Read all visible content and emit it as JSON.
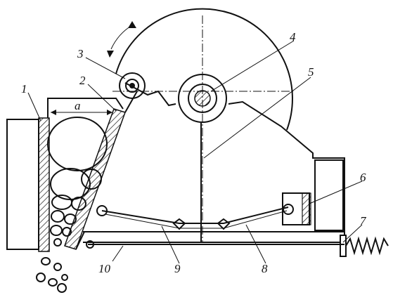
{
  "labels": {
    "l1": "1",
    "l2": "2",
    "l3": "3",
    "l4": "4",
    "l5": "5",
    "l6": "6",
    "l7": "7",
    "l8": "8",
    "l9": "9",
    "l10": "10",
    "dim_a": "a"
  }
}
